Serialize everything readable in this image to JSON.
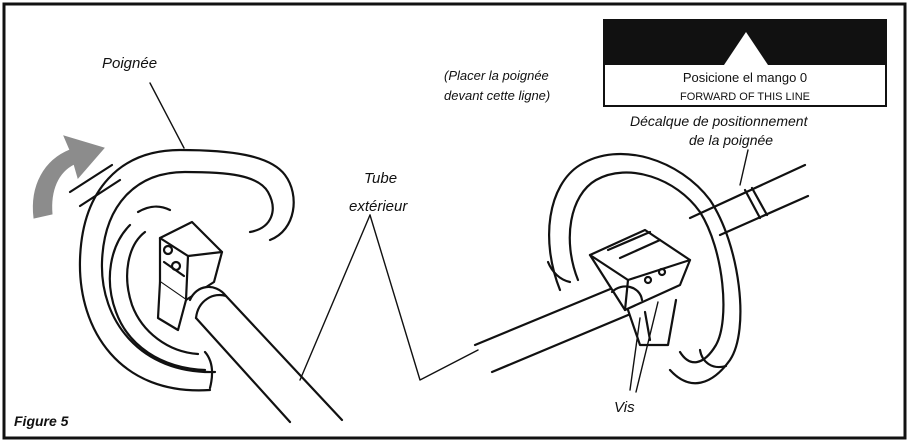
{
  "figure_label": "Figure 5",
  "labels": {
    "handle": "Poignée",
    "outer_tube_line1": "Tube",
    "outer_tube_line2": "extérieur",
    "place_hint_line1": "(Placer la poignée",
    "place_hint_line2": "devant cette ligne)",
    "decal_line1": "Décalque de positionnement",
    "decal_line2": "de la poignée",
    "screws": "Vis"
  },
  "decal": {
    "top_text": "Posicione el mango 0",
    "bottom_text": "FORWARD OF THIS LINE"
  },
  "colors": {
    "rotation_arrow": "#8c8c8c",
    "line": "#111111",
    "decal_band": "#111111"
  }
}
